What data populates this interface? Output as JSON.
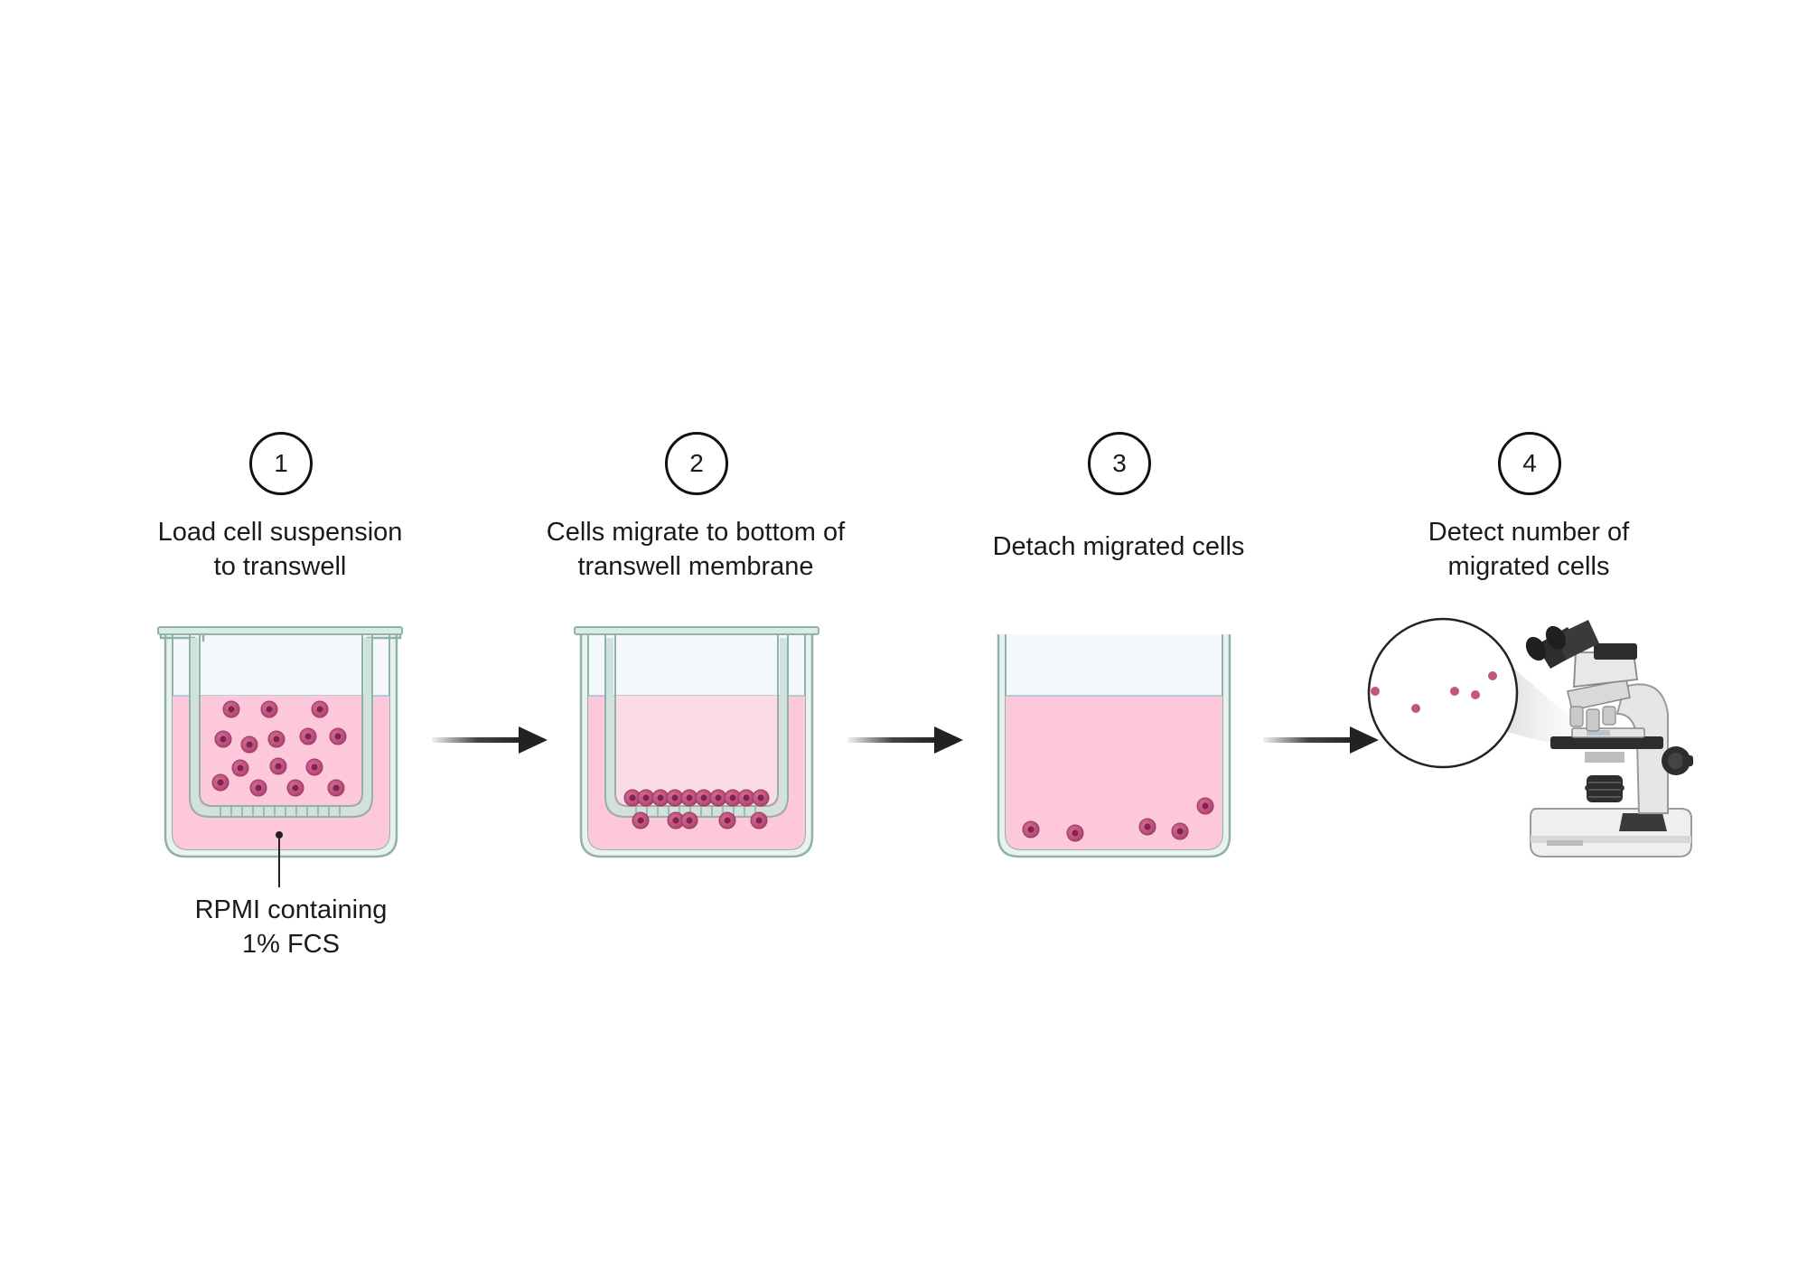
{
  "steps": [
    {
      "number": "1",
      "title_lines": [
        "Load cell suspension",
        "to transwell"
      ]
    },
    {
      "number": "2",
      "title_lines": [
        "Cells migrate to bottom of",
        "transwell membrane"
      ]
    },
    {
      "number": "3",
      "title_lines": [
        "Detach migrated cells"
      ]
    },
    {
      "number": "4",
      "title_lines": [
        "Detect number of",
        "migrated cells"
      ]
    }
  ],
  "callout": {
    "lines": [
      "RPMI containing",
      "1% FCS"
    ]
  },
  "colors": {
    "well_wall": "#cfe3dc",
    "well_outline": "#8fb3a8",
    "medium": "#fcc8da",
    "insert_medium_light": "#fbdbe5",
    "headspace": "#f4f7fb",
    "cell": "#c2567f",
    "cell_nucleus": "#8e2c57",
    "arrow": "#222222",
    "microscope_body": "#e9e9e9",
    "microscope_dark": "#2d2d2d"
  }
}
